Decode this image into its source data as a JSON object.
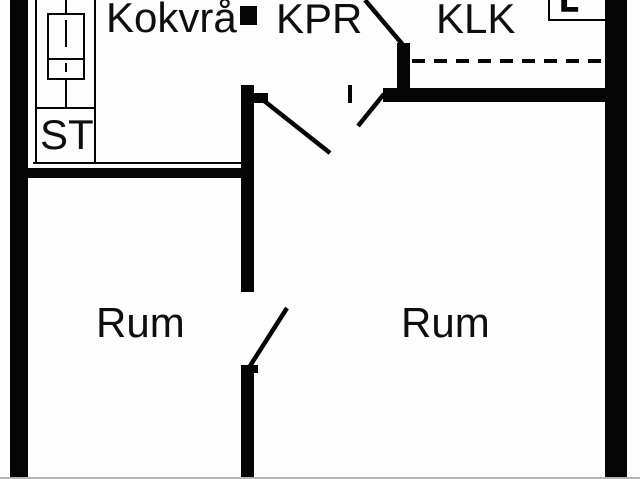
{
  "document": {
    "type": "apartment-floor-plan",
    "style": "black-and-white line drawing, cropped at top and bottom edges"
  },
  "colors": {
    "background": "#fdfdfd",
    "wall": "#050505",
    "text": "#0e0e0e",
    "bottom_edge_artifact": "#b4b4b4"
  },
  "labels": {
    "kokvra": "Kokvrå",
    "kpr": "KPR",
    "klk": "KLK",
    "st": "ST",
    "rum_left": "Rum",
    "rum_right": "Rum",
    "shaft": "L"
  },
  "symbols": {
    "kitchen_unit": "stove-sink-unit-icon",
    "closet_dashed_line": "overhead-shelf-dashed-line",
    "doors": "diagonal-door-swing-lines"
  }
}
